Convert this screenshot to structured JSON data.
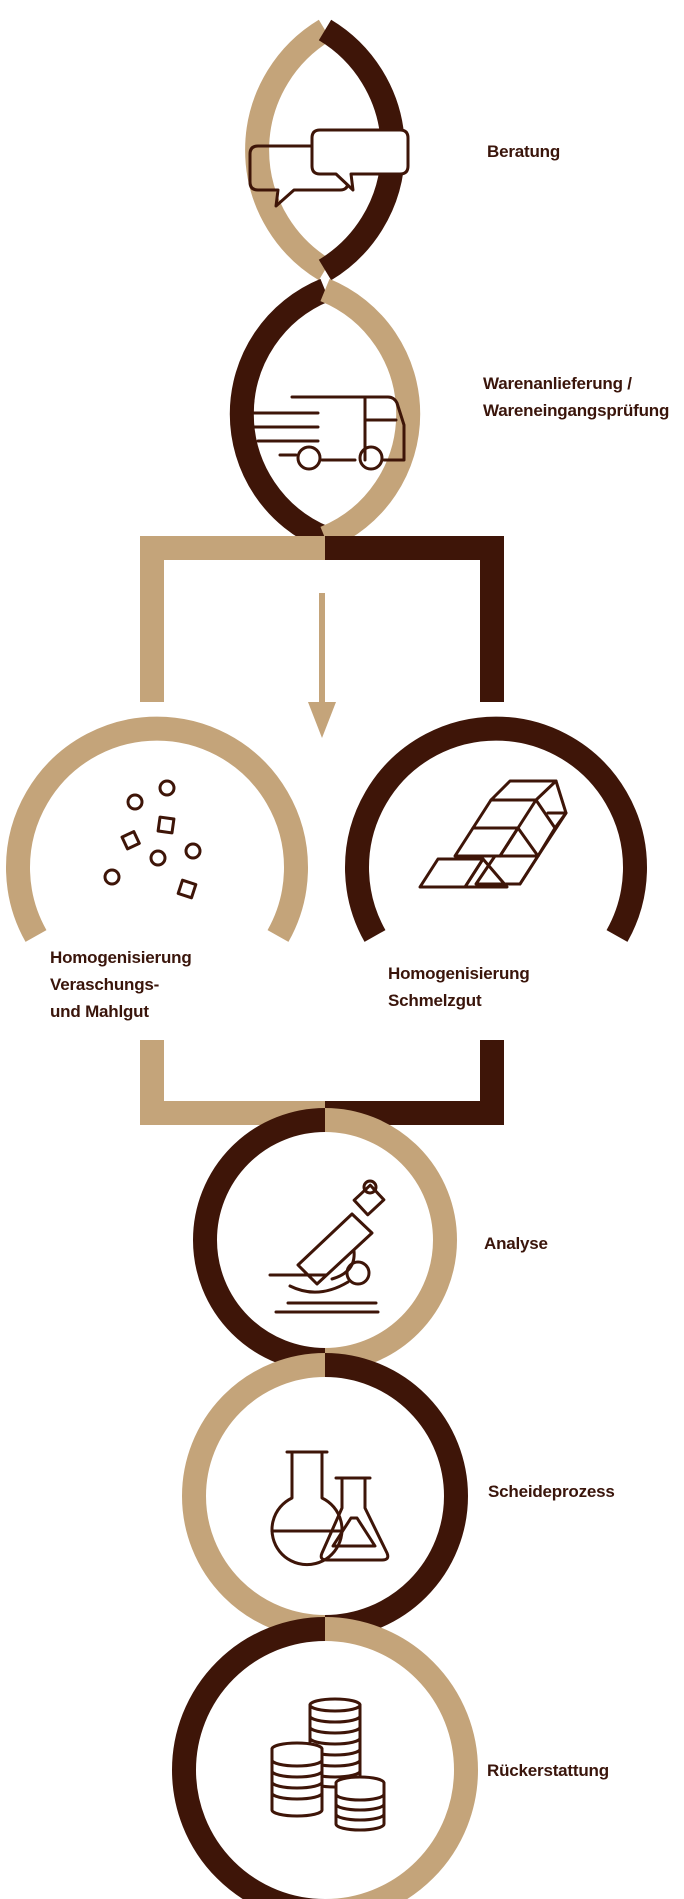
{
  "colors": {
    "light": "#c4a47a",
    "dark": "#3e1508",
    "text": "#3a150b",
    "background": "#ffffff"
  },
  "steps": [
    {
      "label": "Beratung",
      "icon": "speech-bubbles-icon"
    },
    {
      "label": "Warenanlieferung / Wareneingangsprüfung",
      "lines": [
        "Warenanlieferung /",
        "Wareneingangsprüfung"
      ],
      "icon": "delivery-truck-icon"
    },
    {
      "label": "Homogenisierung Veraschungs- und Mahlgut",
      "lines": [
        "Homogenisierung",
        "Veraschungs-",
        "und Mahlgut"
      ],
      "icon": "granules-icon"
    },
    {
      "label": "Homogenisierung Schmelzgut",
      "lines": [
        "Homogenisierung",
        "Schmelzgut"
      ],
      "icon": "gold-bars-icon"
    },
    {
      "label": "Analyse",
      "icon": "microscope-icon"
    },
    {
      "label": "Scheideprozess",
      "icon": "lab-flasks-icon"
    },
    {
      "label": "Rückerstattung",
      "icon": "coin-stacks-icon"
    }
  ]
}
